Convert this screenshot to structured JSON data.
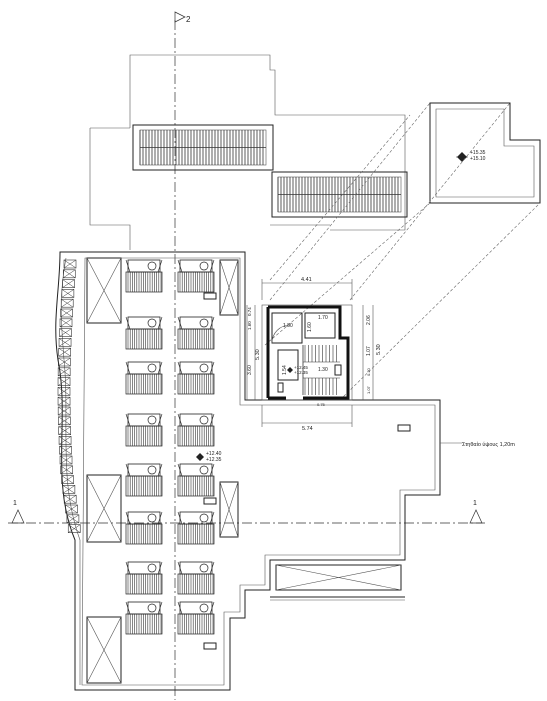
{
  "section_markers": {
    "top": "2",
    "left": "1",
    "right": "1"
  },
  "elevations": {
    "roof_upper": "+15.35",
    "roof_lower": "+15.10",
    "terrace_upper": "+12.40",
    "terrace_lower": "+12.35",
    "stair_upper": "+12.45",
    "stair_lower": "+12.35"
  },
  "dimensions": {
    "stair_width_top": "4.41",
    "stair_width_bottom": "5.74",
    "stair_height_right": "5.30",
    "stair_height_left": "5.30",
    "stair_mid_left": "3.60",
    "right_upper": "2.06",
    "right_mid": "1.07",
    "right_small_1": "0.20",
    "right_small_2": "1.07",
    "left_top_a": "1.60",
    "left_top_b": "0.74",
    "room_w1": "1.80",
    "room_w2": "1.70",
    "room_h": "1.60",
    "lobby_w": "1.30",
    "lobby_h": "1.54",
    "bottom_small": "0.75"
  },
  "annotations": {
    "parapet_note": "Στηθαίο ύψους 1,20m"
  }
}
